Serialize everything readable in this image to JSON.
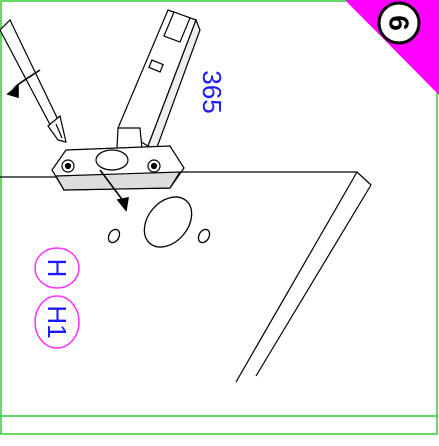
{
  "step": {
    "number": "6",
    "corner_color": "#ff00ff"
  },
  "dimension": {
    "value": "365",
    "color": "#1a1aff"
  },
  "part_labels": [
    {
      "text": "H"
    },
    {
      "text": "H1"
    }
  ],
  "colors": {
    "frame": "#33cc33",
    "lines": "#000000",
    "label_circle": "#ff33ff",
    "label_text": "#1a1aff"
  },
  "icons": [
    "screwdriver-icon",
    "rotate-arrow-icon",
    "hinge-icon",
    "push-arrow-icon",
    "cup-hole-icon"
  ]
}
